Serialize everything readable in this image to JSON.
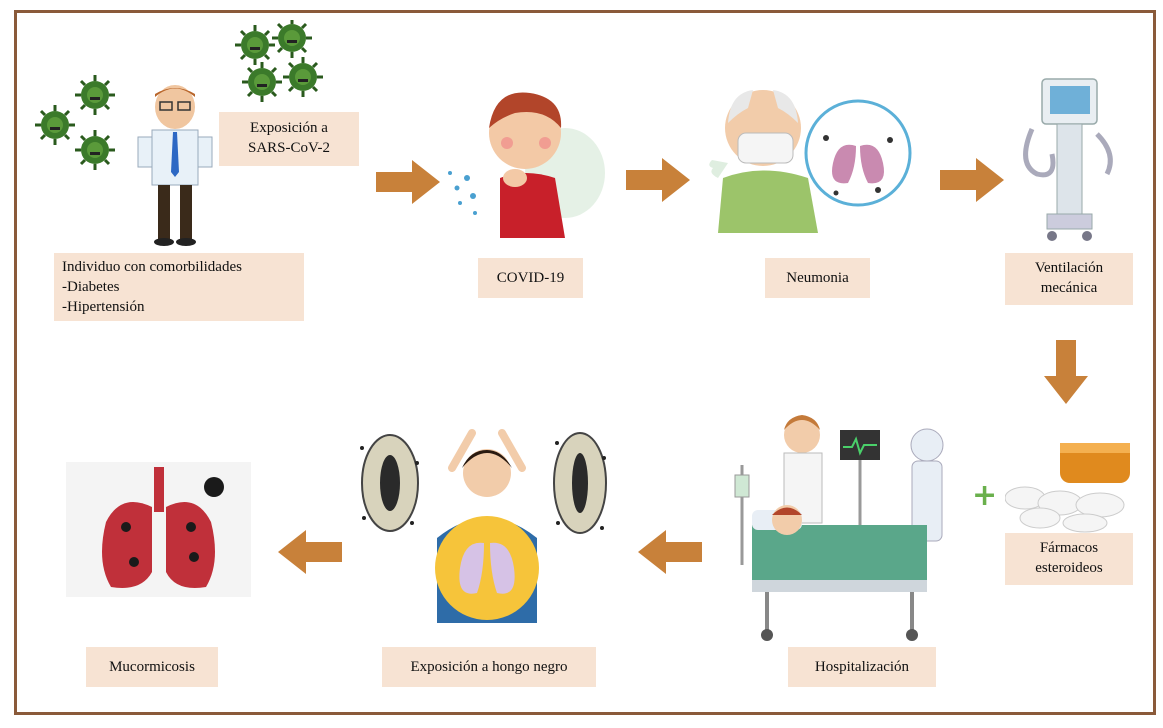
{
  "labels": {
    "exposure": [
      "Exposición a",
      "SARS-CoV-2"
    ],
    "individual": [
      "Individuo con comorbilidades",
      "-Diabetes",
      "-Hipertensión"
    ],
    "covid": "COVID-19",
    "pneumonia": "Neumonia",
    "ventilation": [
      "Ventilación",
      "mecánica"
    ],
    "steroids": [
      "Fármacos",
      "esteroideos"
    ],
    "hospitalization": "Hospitalización",
    "black_fungus": "Exposición a hongo negro",
    "mucormycosis": "Mucormicosis"
  },
  "plus_symbol": "+",
  "colors": {
    "frame": "#8a5a3a",
    "label_bg": "#f7e3d3",
    "arrow": "#c8813a",
    "virus": "#3b7a2a",
    "plus": "#6ab04c",
    "lung_red": "#c0303a"
  }
}
